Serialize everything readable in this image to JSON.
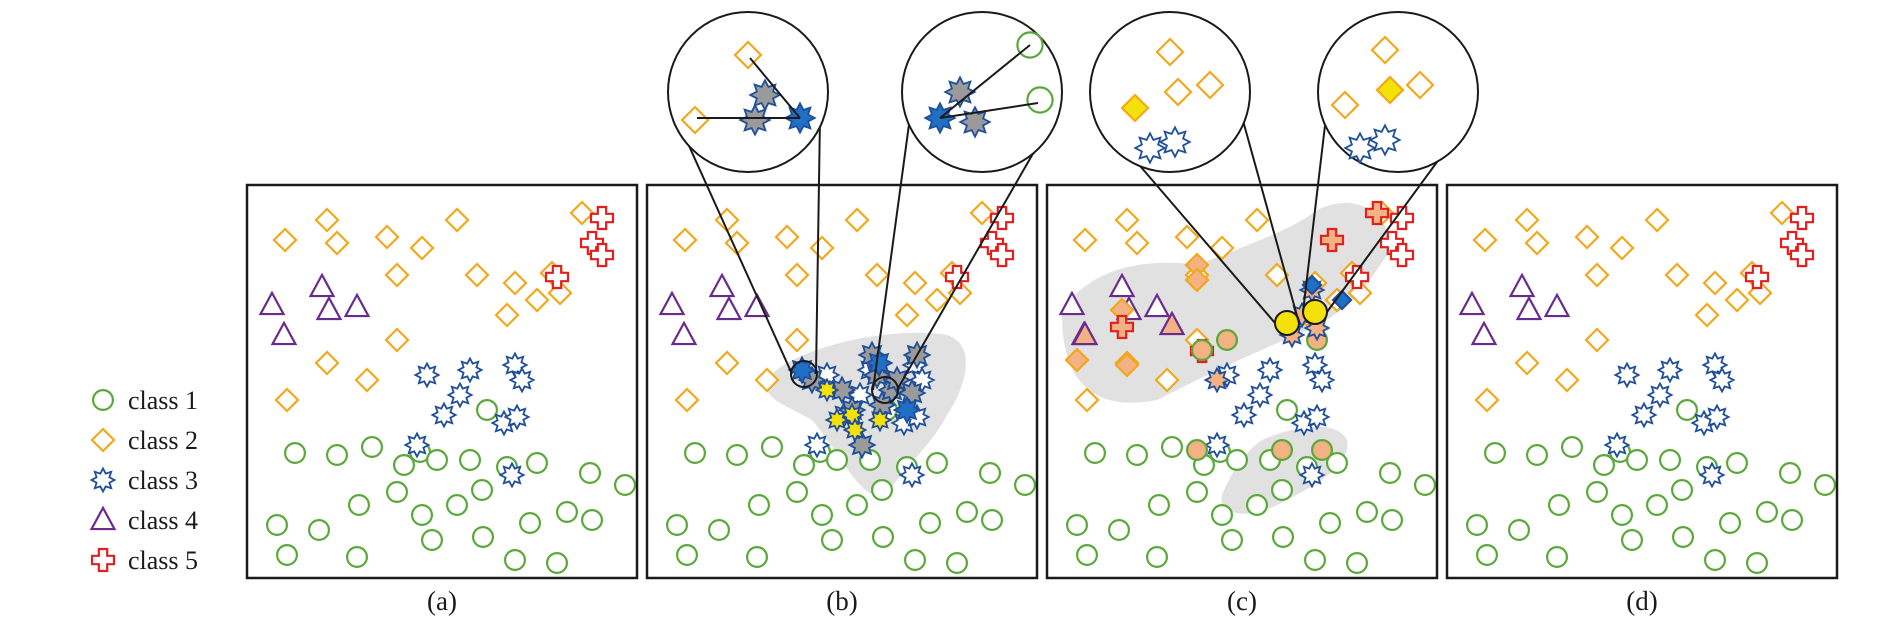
{
  "colors": {
    "class1": "#5aa83a",
    "class2": "#f2a81d",
    "class3": "#1f4e9a",
    "class4": "#6a2b8f",
    "class5": "#e0201f",
    "highlight_yellow": "#f5e10a",
    "highlight_gray": "#9a9a9a",
    "highlight_blue": "#1f6fc4",
    "highlight_orange": "#f4b183",
    "region_gray": "#dcdcdc"
  },
  "legend": [
    {
      "label": "class 1",
      "shape": "circle",
      "color": "#5aa83a"
    },
    {
      "label": "class 2",
      "shape": "diamond",
      "color": "#f2a81d"
    },
    {
      "label": "class 3",
      "shape": "star",
      "color": "#1f4e9a"
    },
    {
      "label": "class 4",
      "shape": "triangle",
      "color": "#6a2b8f"
    },
    {
      "label": "class 5",
      "shape": "cross",
      "color": "#e0201f"
    }
  ],
  "panels": [
    {
      "label": "(a)"
    },
    {
      "label": "(b)"
    },
    {
      "label": "(c)"
    },
    {
      "label": "(d)"
    }
  ]
}
